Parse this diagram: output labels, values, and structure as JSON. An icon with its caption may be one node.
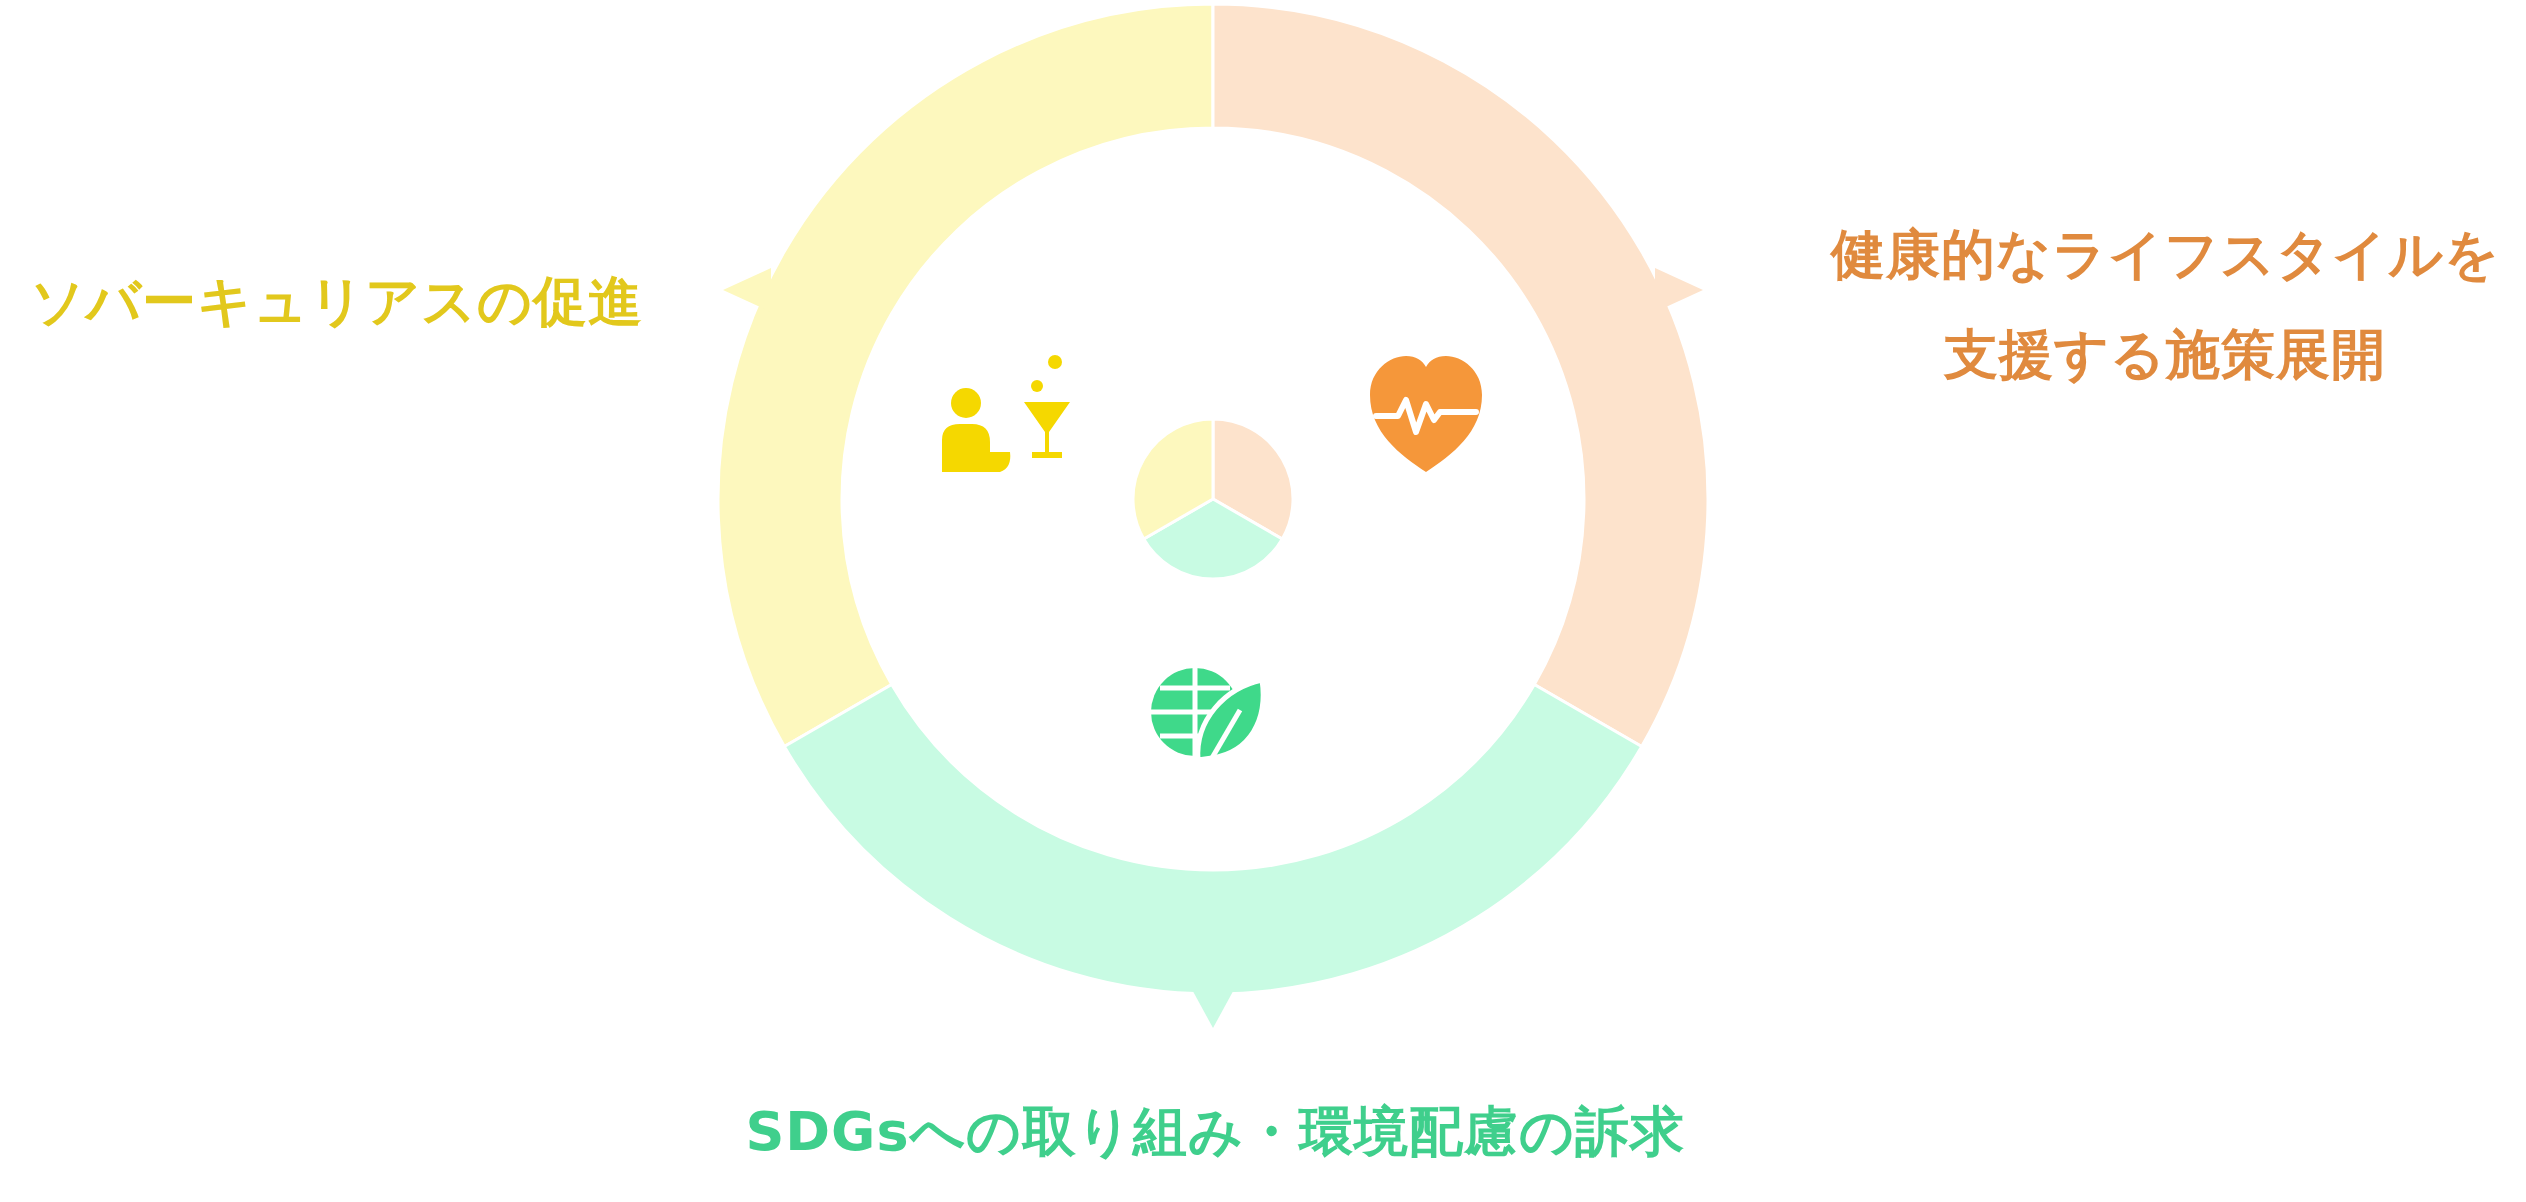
{
  "diagram": {
    "nodes": [
      {
        "text": [
          "ソバーキュリアスの促進"
        ]
      },
      {
        "text": [
          "健康的なライフスタイルを支援する施策展開"
        ]
      },
      {
        "text": [
          "SDGsへの取り組み・環境配慮の訴求"
        ]
      }
    ]
  }
}
